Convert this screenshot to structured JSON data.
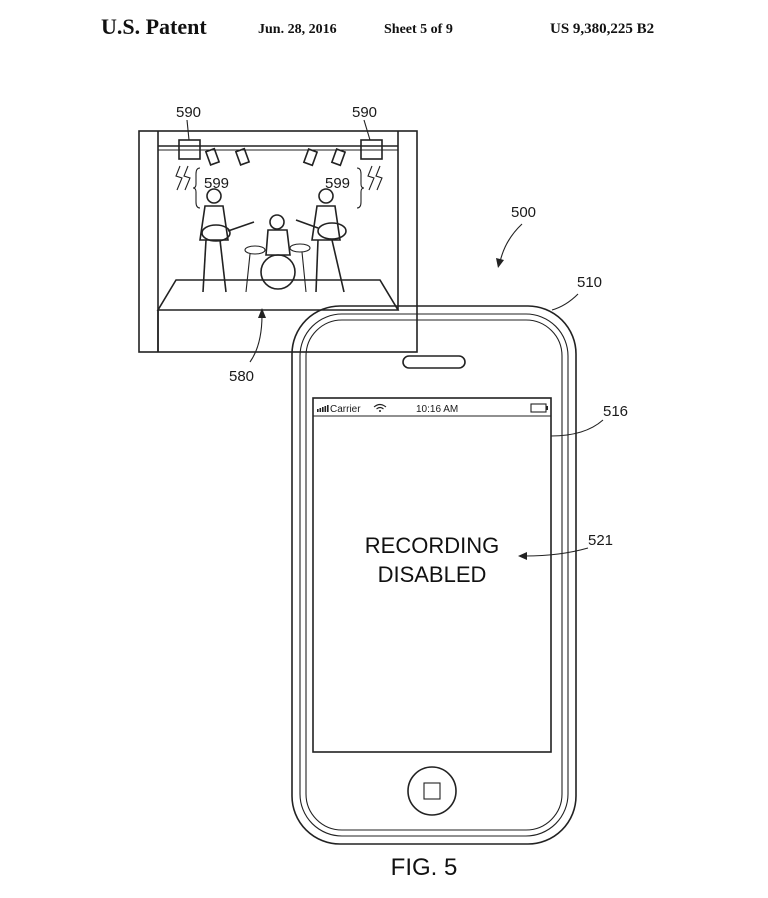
{
  "header": {
    "title": "U.S. Patent",
    "date": "Jun. 28, 2016",
    "sheet": "Sheet 5 of 9",
    "patent_number": "US 9,380,225 B2"
  },
  "figure": {
    "caption": "FIG. 5",
    "reference_numerals": {
      "system": "500",
      "device": "510",
      "display": "516",
      "message": "521",
      "stage": "580",
      "emitter_left": "590",
      "emitter_right": "590",
      "signal_left": "599",
      "signal_right": "599"
    },
    "status_bar": {
      "carrier": "Carrier",
      "time": "10:16 AM"
    },
    "screen_message": {
      "line1": "RECORDING",
      "line2": "DISABLED"
    }
  }
}
